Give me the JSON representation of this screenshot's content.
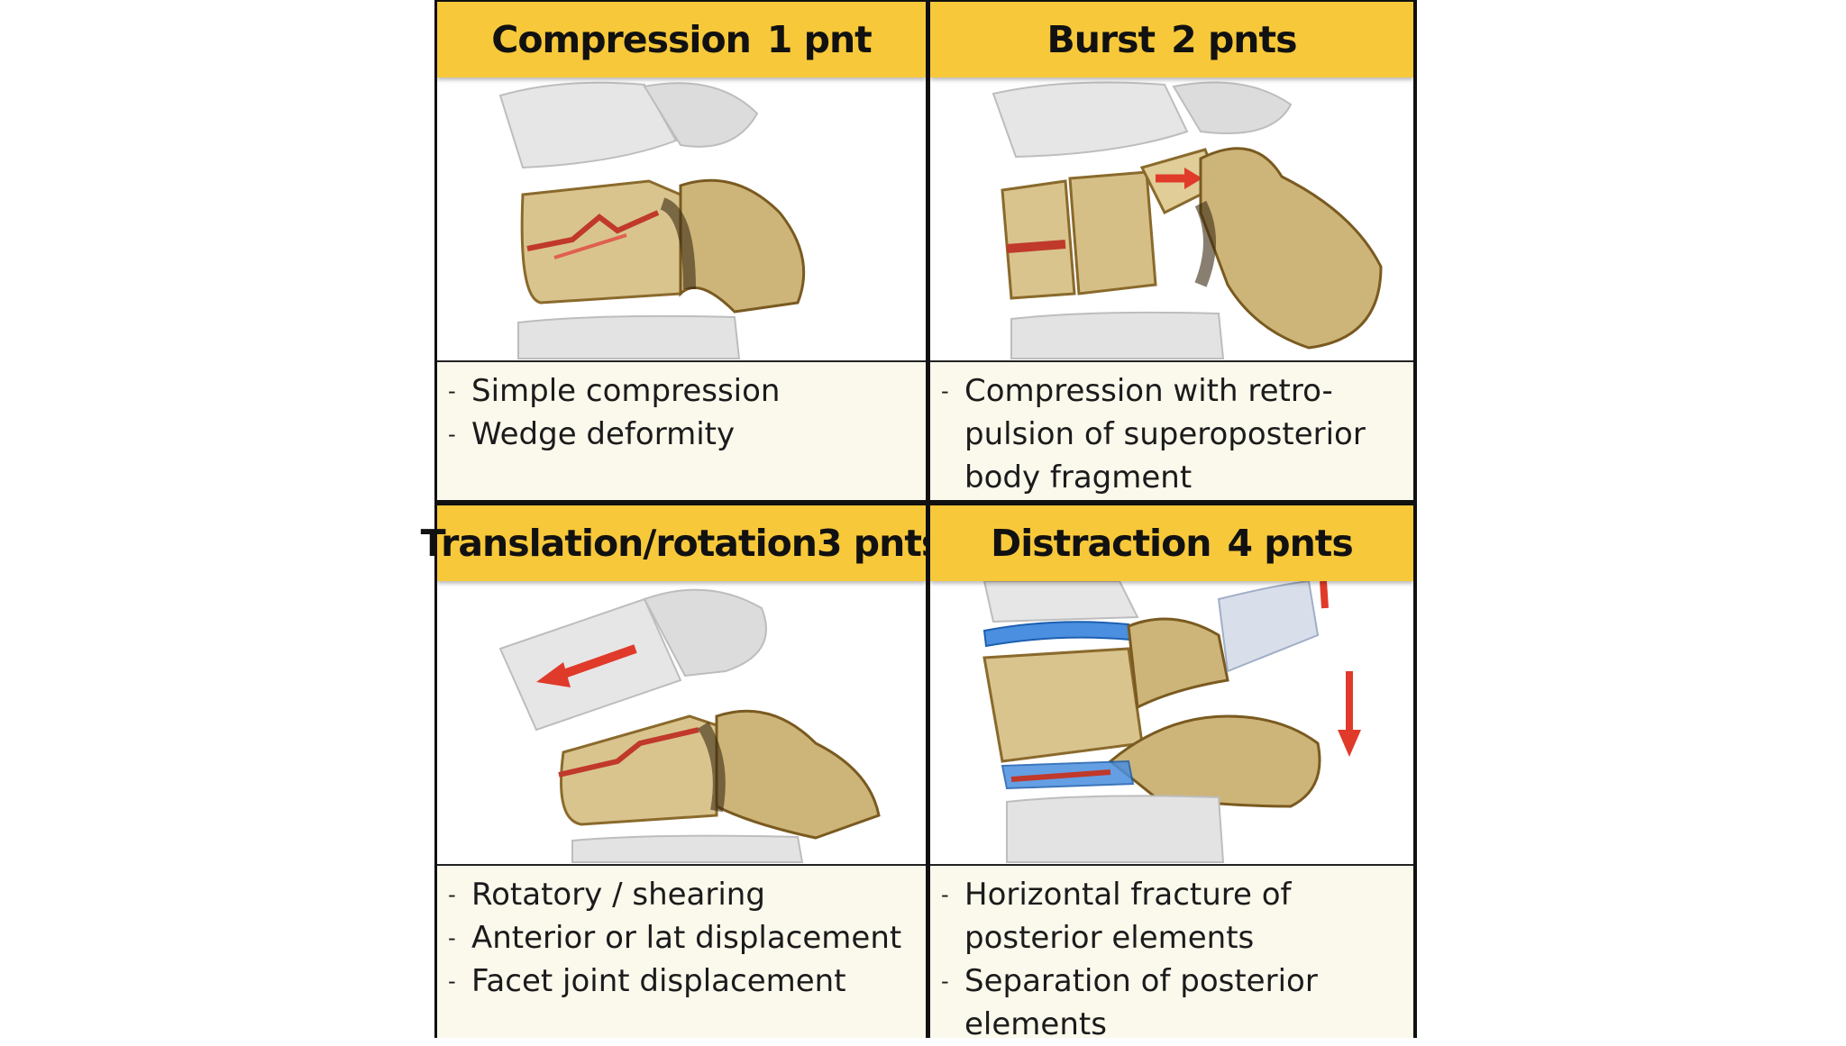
{
  "panels": [
    {
      "title": "Compression",
      "points": "1 pnt",
      "bullets": [
        "Simple compression",
        "Wedge deformity"
      ],
      "icon": "vertebra-compression-illustration"
    },
    {
      "title": "Burst",
      "points": "2 pnts",
      "bullets": [
        "Compression with retro-pulsion of superoposterior body fragment"
      ],
      "icon": "vertebra-burst-illustration"
    },
    {
      "title": "Translation/rotation",
      "points": "3 pnts",
      "bullets": [
        "Rotatory / shearing",
        "Anterior or lat displacement",
        "Facet joint  displacement"
      ],
      "icon": "vertebra-translation-illustration"
    },
    {
      "title": "Distraction",
      "points": "4 pnts",
      "bullets": [
        "Horizontal fracture of posterior elements",
        "Separation of  posterior elements"
      ],
      "icon": "vertebra-distraction-illustration"
    }
  ],
  "colors": {
    "header": "#f7c83a",
    "text_bg": "#fbf8ec",
    "bone": "#d9c48e",
    "disc": "#4a8fe0",
    "fracture": "#d0342c"
  }
}
